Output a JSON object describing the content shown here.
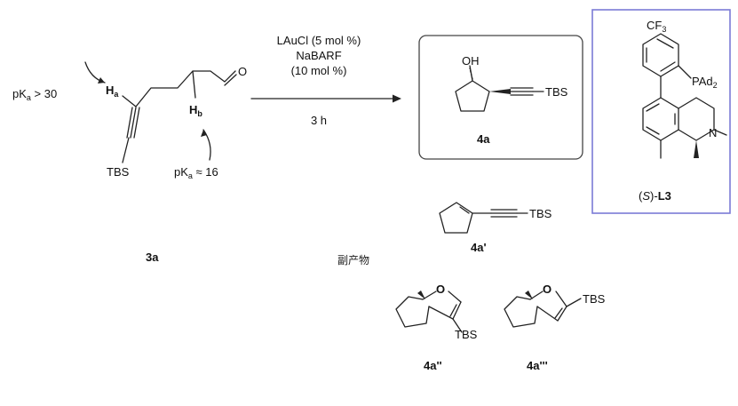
{
  "pka_left": "pKa > 30",
  "pka_right": "pKa ≈ 16",
  "label_ha": "Ha",
  "label_hb": "Hb",
  "tbs": "TBS",
  "oxygen": "O",
  "hydroxyl": "OH",
  "pad2": "PAd2",
  "cf3": "CF3",
  "nitrogen": "N",
  "conditions": {
    "catalyst": "LAuCl (5 mol %)",
    "additive": "NaBARF",
    "additive_amount": "(10 mol %)",
    "time": "3 h"
  },
  "compounds": {
    "substrate": "3a",
    "product": "4a",
    "side_1": "4a'",
    "side_2": "4a''",
    "side_3": "4a'''",
    "ligand": "(S)-L3"
  },
  "byproducts_label": "副产物"
}
